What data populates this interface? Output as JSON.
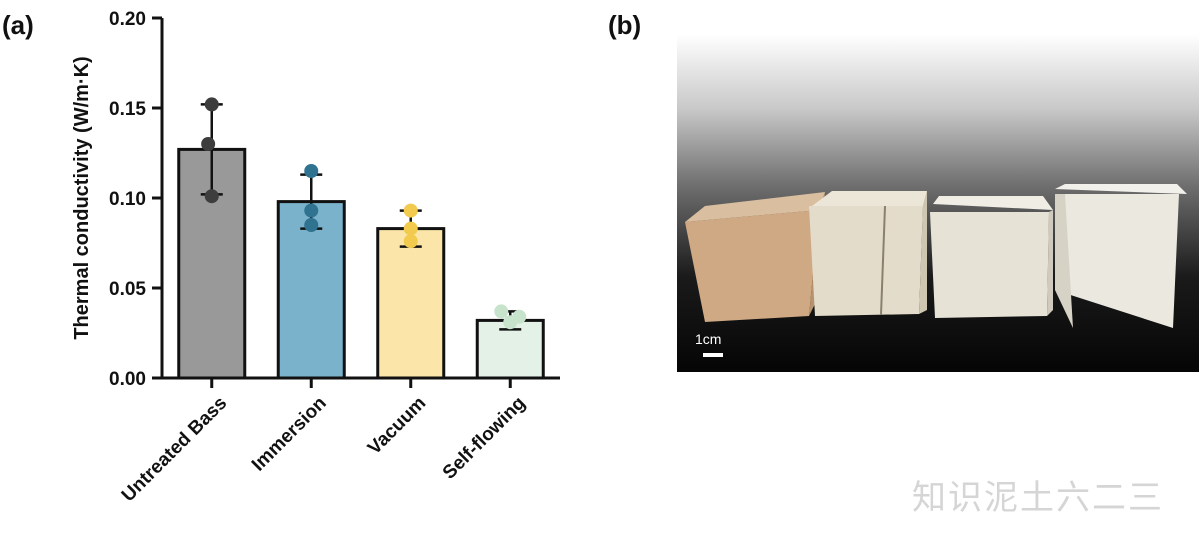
{
  "panels": {
    "a_label": "(a)",
    "b_label": "(b)"
  },
  "chart_data": {
    "type": "bar",
    "categories": [
      "Untreated Bass",
      "Immersion",
      "Vacuum",
      "Self-flowing"
    ],
    "values": [
      0.127,
      0.098,
      0.083,
      0.032
    ],
    "errors": [
      0.025,
      0.015,
      0.01,
      0.005
    ],
    "points": [
      [
        0.152,
        0.13,
        0.101
      ],
      [
        0.115,
        0.093,
        0.085
      ],
      [
        0.093,
        0.083,
        0.076
      ],
      [
        0.037,
        0.031,
        0.034
      ]
    ],
    "colors": [
      "#999999",
      "#7ab2cc",
      "#fbe5a8",
      "#e4f1e6"
    ],
    "point_colors": [
      "#3d3d3d",
      "#2f7391",
      "#f2cb4e",
      "#c8e3cc"
    ],
    "title": "",
    "xlabel": "",
    "ylabel": "Thermal conductivity (W/m·K)",
    "ylim": [
      0,
      0.2
    ],
    "yticks": [
      "0.00",
      "0.05",
      "0.10",
      "0.15",
      "0.20"
    ],
    "grid": false,
    "legend": "none"
  },
  "photo": {
    "scale_label": "1cm"
  },
  "watermark": "知识泥土六二三"
}
